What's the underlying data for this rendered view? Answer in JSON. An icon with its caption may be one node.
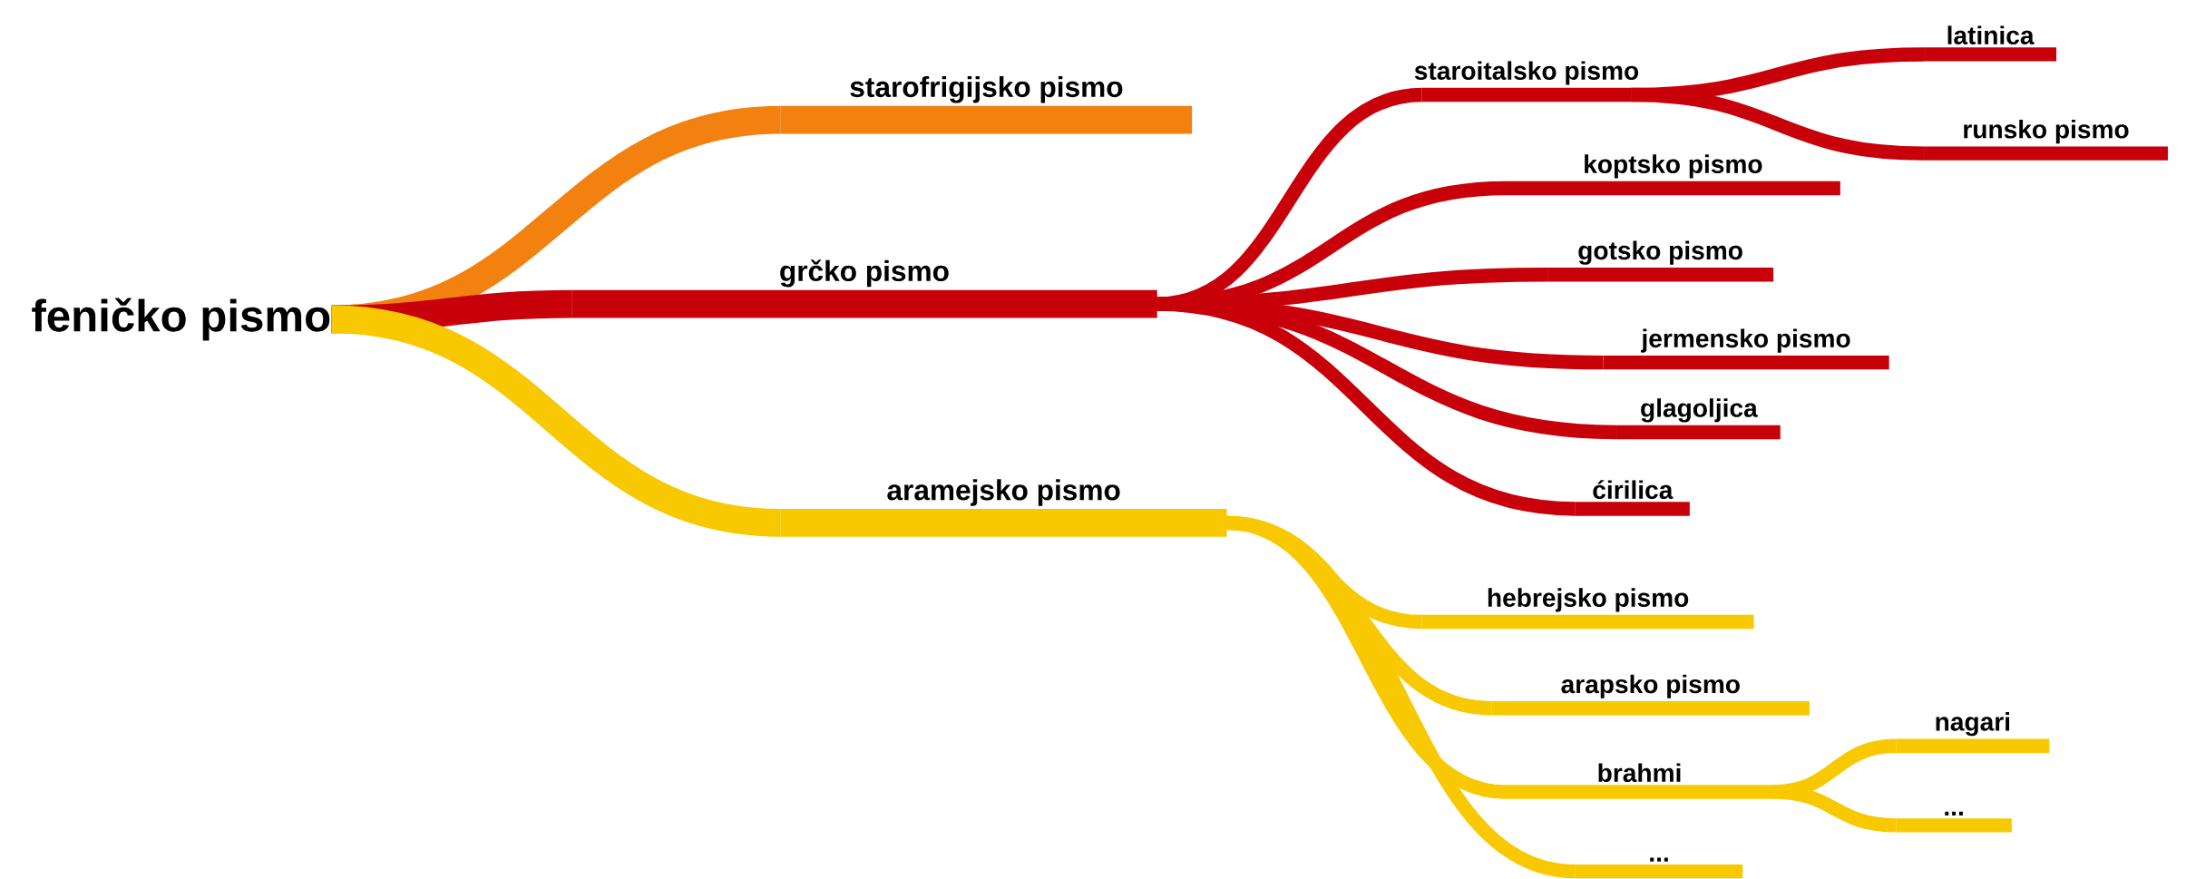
{
  "diagram": {
    "nodes": [
      {
        "text": [
          "feničko pismo"
        ]
      },
      {
        "text": [
          "starofrigijsko pismo"
        ]
      },
      {
        "text": [
          "grčko pismo"
        ]
      },
      {
        "text": [
          "aramejsko pismo"
        ]
      },
      {
        "text": [
          "staroitalsko pismo"
        ]
      },
      {
        "text": [
          "latinica"
        ]
      },
      {
        "text": [
          "runsko pismo"
        ]
      },
      {
        "text": [
          "koptsko pismo"
        ]
      },
      {
        "text": [
          "gotsko pismo"
        ]
      },
      {
        "text": [
          "jermensko pismo"
        ]
      },
      {
        "text": [
          "glagoljica"
        ]
      },
      {
        "text": [
          "ćirilica"
        ]
      },
      {
        "text": [
          "hebrejsko pismo"
        ]
      },
      {
        "text": [
          "arapsko pismo"
        ]
      },
      {
        "text": [
          "brahmi"
        ]
      },
      {
        "text": [
          "..."
        ]
      },
      {
        "text": [
          "nagari"
        ]
      },
      {
        "text": [
          "..."
        ]
      }
    ],
    "edges": [
      {
        "from": 0,
        "to": 1,
        "arrow": "none",
        "style": "thick",
        "color": "#f28110"
      },
      {
        "from": 0,
        "to": 2,
        "arrow": "none",
        "style": "thick"
      },
      {
        "from": 0,
        "to": 3,
        "arrow": "none",
        "style": "thick",
        "color": "#f8c800"
      },
      {
        "from": 2,
        "to": 4,
        "arrow": "none"
      },
      {
        "from": 4,
        "to": 5,
        "arrow": "none"
      },
      {
        "from": 4,
        "to": 6,
        "arrow": "none"
      },
      {
        "from": 2,
        "to": 7,
        "arrow": "none"
      },
      {
        "from": 2,
        "to": 8,
        "arrow": "none"
      },
      {
        "from": 2,
        "to": 9,
        "arrow": "none"
      },
      {
        "from": 2,
        "to": 10,
        "arrow": "none"
      },
      {
        "from": 2,
        "to": 11,
        "arrow": "none"
      },
      {
        "from": 3,
        "to": 12,
        "arrow": "none",
        "color": "#f8c800"
      },
      {
        "from": 3,
        "to": 13,
        "arrow": "none",
        "color": "#f8c800"
      },
      {
        "from": 3,
        "to": 14,
        "arrow": "none",
        "color": "#f8c800"
      },
      {
        "from": 3,
        "to": 15,
        "arrow": "none",
        "color": "#f8c800"
      },
      {
        "from": 14,
        "to": 16,
        "arrow": "none",
        "color": "#f8c800"
      },
      {
        "from": 14,
        "to": 17,
        "arrow": "none",
        "color": "#f8c800"
      }
    ]
  }
}
